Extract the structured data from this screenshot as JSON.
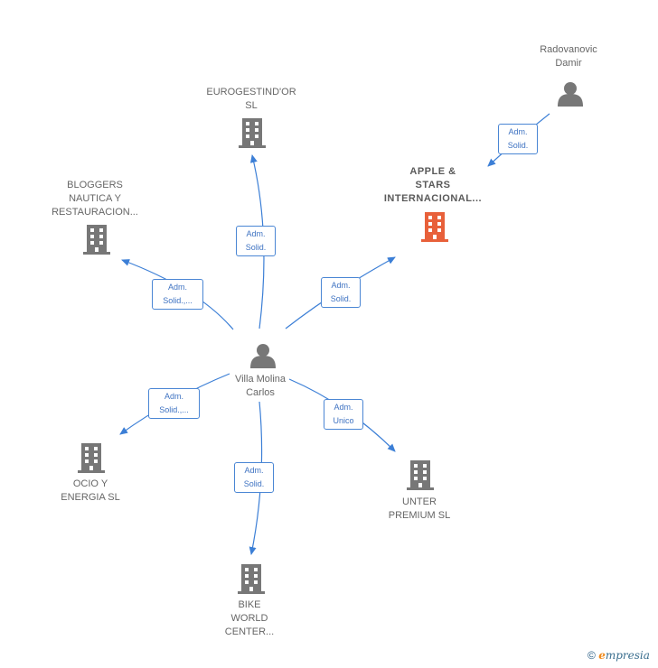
{
  "nodes": {
    "center": {
      "line1": "Villa Molina",
      "line2": "Carlos"
    },
    "radovanovic": {
      "line1": "Radovanovic",
      "line2": "Damir"
    },
    "eurogestind": {
      "line1": "EUROGESTIND'OR",
      "line2": "SL"
    },
    "apple": {
      "line1": "APPLE &",
      "line2": "STARS",
      "line3": "INTERNACIONAL..."
    },
    "bloggers": {
      "line1": "BLOGGERS",
      "line2": "NAUTICA Y",
      "line3": "RESTAURACION..."
    },
    "ocio": {
      "line1": "OCIO Y",
      "line2": "ENERGIA  SL"
    },
    "unter": {
      "line1": "UNTER",
      "line2": "PREMIUM SL"
    },
    "bike": {
      "line1": "BIKE",
      "line2": "WORLD",
      "line3": "CENTER..."
    }
  },
  "edges": {
    "to_radovanovic_apple": {
      "line1": "Adm.",
      "line2": "Solid."
    },
    "to_eurogestind": {
      "line1": "Adm.",
      "line2": "Solid."
    },
    "to_apple": {
      "line1": "Adm.",
      "line2": "Solid."
    },
    "to_bloggers": {
      "line1": "Adm.",
      "line2": "Solid.,..."
    },
    "to_ocio": {
      "line1": "Adm.",
      "line2": "Solid.,..."
    },
    "to_unter": {
      "line1": "Adm.",
      "line2": "Unico"
    },
    "to_bike": {
      "line1": "Adm.",
      "line2": "Solid."
    }
  },
  "colors": {
    "edge": "#3c7fd6",
    "company": "#777777",
    "highlight": "#e8603a",
    "person": "#777777"
  },
  "footer": {
    "copyright": "©",
    "brand_e": "e",
    "brand_rest": "mpresia"
  }
}
